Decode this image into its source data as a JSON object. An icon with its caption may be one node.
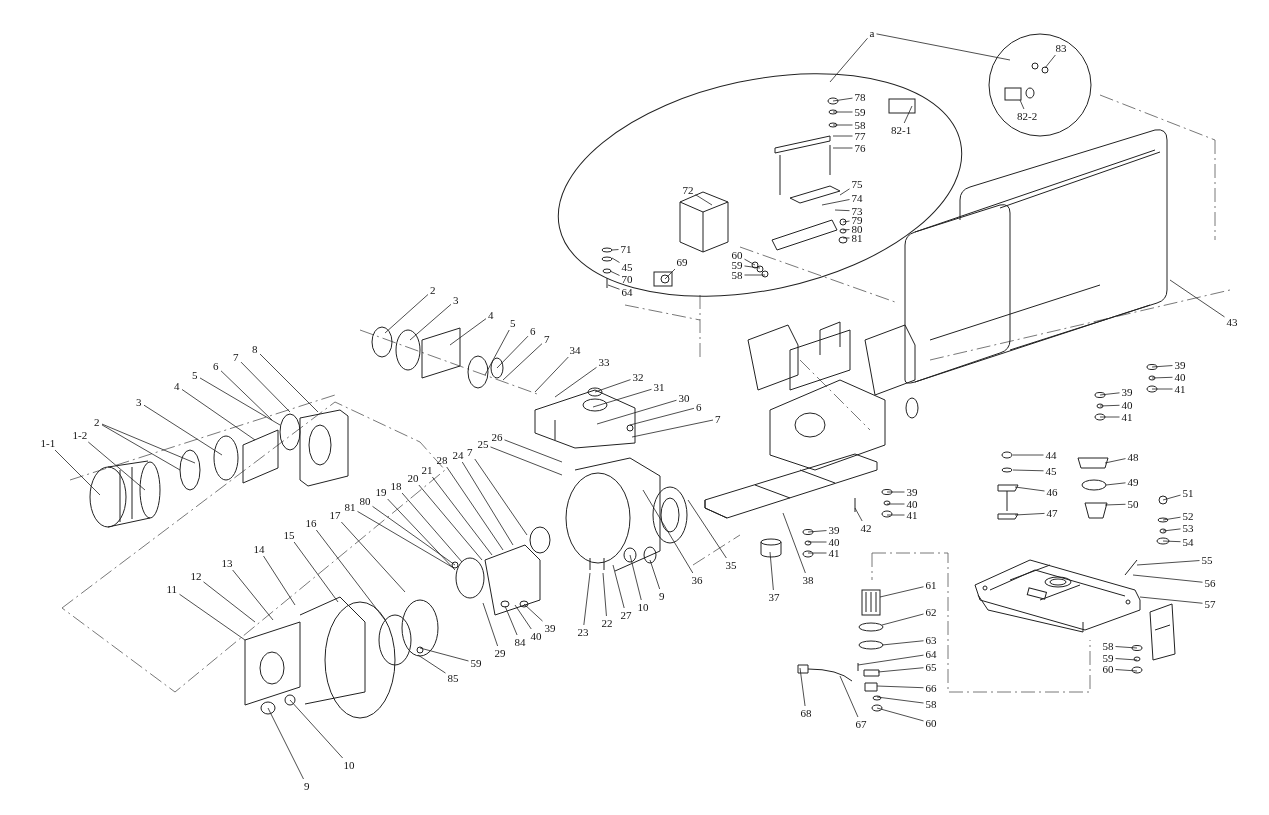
{
  "diagram": {
    "nodes": [
      {
        "text": [],
        "shape": "ellipse"
      },
      {
        "text": [],
        "shape": "circle"
      },
      {
        "text": [
          "1-1"
        ]
      },
      {
        "text": [
          "1-2"
        ]
      },
      {
        "text": [
          "2"
        ]
      },
      {
        "text": [
          "3"
        ]
      },
      {
        "text": [
          "4"
        ]
      },
      {
        "text": [
          "5"
        ]
      },
      {
        "text": [
          "6"
        ]
      },
      {
        "text": [
          "7"
        ]
      },
      {
        "text": [
          "8"
        ]
      },
      {
        "text": [
          "11"
        ]
      },
      {
        "text": [
          "12"
        ]
      },
      {
        "text": [
          "13"
        ]
      },
      {
        "text": [
          "14"
        ]
      },
      {
        "text": [
          "15"
        ]
      },
      {
        "text": [
          "16"
        ]
      },
      {
        "text": [
          "17"
        ]
      },
      {
        "text": [
          "81"
        ]
      },
      {
        "text": [
          "80"
        ]
      },
      {
        "text": [
          "19"
        ]
      },
      {
        "text": [
          "18"
        ]
      },
      {
        "text": [
          "20"
        ]
      },
      {
        "text": [
          "21"
        ]
      },
      {
        "text": [
          "28"
        ]
      },
      {
        "text": [
          "24"
        ]
      },
      {
        "text": [
          "7"
        ]
      },
      {
        "text": [
          "25"
        ]
      },
      {
        "text": [
          "26"
        ]
      },
      {
        "text": [
          "2"
        ]
      },
      {
        "text": [
          "3"
        ]
      },
      {
        "text": [
          "4"
        ]
      },
      {
        "text": [
          "5"
        ]
      },
      {
        "text": [
          "6"
        ]
      },
      {
        "text": [
          "7"
        ]
      },
      {
        "text": [
          "34"
        ]
      },
      {
        "text": [
          "33"
        ]
      },
      {
        "text": [
          "32"
        ]
      },
      {
        "text": [
          "31"
        ]
      },
      {
        "text": [
          "30"
        ]
      },
      {
        "text": [
          "6"
        ]
      },
      {
        "text": [
          "7"
        ]
      },
      {
        "text": [
          "36"
        ]
      },
      {
        "text": [
          "35"
        ]
      },
      {
        "text": [
          "9"
        ]
      },
      {
        "text": [
          "10"
        ]
      },
      {
        "text": [
          "27"
        ]
      },
      {
        "text": [
          "22"
        ]
      },
      {
        "text": [
          "23"
        ]
      },
      {
        "text": [
          "29"
        ]
      },
      {
        "text": [
          "84"
        ]
      },
      {
        "text": [
          "40"
        ]
      },
      {
        "text": [
          "39"
        ]
      },
      {
        "text": [
          "59"
        ]
      },
      {
        "text": [
          "85"
        ]
      },
      {
        "text": [
          "9"
        ]
      },
      {
        "text": [
          "10"
        ]
      },
      {
        "text": [
          "a"
        ]
      },
      {
        "text": [
          "78"
        ],
        "in": 0
      },
      {
        "text": [
          "59"
        ],
        "in": 0
      },
      {
        "text": [
          "58"
        ],
        "in": 0
      },
      {
        "text": [
          "77"
        ],
        "in": 0
      },
      {
        "text": [
          "76"
        ],
        "in": 0
      },
      {
        "text": [
          "82-1"
        ],
        "in": 0
      },
      {
        "text": [
          "83"
        ],
        "in": 1
      },
      {
        "text": [
          "82-2"
        ],
        "in": 1
      },
      {
        "text": [
          "75"
        ],
        "in": 0
      },
      {
        "text": [
          "74"
        ],
        "in": 0
      },
      {
        "text": [
          "73"
        ],
        "in": 0
      },
      {
        "text": [
          "79"
        ],
        "in": 0
      },
      {
        "text": [
          "80"
        ],
        "in": 0
      },
      {
        "text": [
          "81"
        ],
        "in": 0
      },
      {
        "text": [
          "72"
        ],
        "in": 0
      },
      {
        "text": [
          "71"
        ],
        "in": 0
      },
      {
        "text": [
          "45"
        ],
        "in": 0
      },
      {
        "text": [
          "70"
        ],
        "in": 0
      },
      {
        "text": [
          "64"
        ],
        "in": 0
      },
      {
        "text": [
          "69"
        ],
        "in": 0
      },
      {
        "text": [
          "60"
        ],
        "in": 0
      },
      {
        "text": [
          "59"
        ],
        "in": 0
      },
      {
        "text": [
          "58"
        ],
        "in": 0
      },
      {
        "text": [
          "43"
        ]
      },
      {
        "text": [
          "39"
        ]
      },
      {
        "text": [
          "40"
        ]
      },
      {
        "text": [
          "41"
        ]
      },
      {
        "text": [
          "39"
        ]
      },
      {
        "text": [
          "40"
        ]
      },
      {
        "text": [
          "41"
        ]
      },
      {
        "text": [
          "39"
        ]
      },
      {
        "text": [
          "40"
        ]
      },
      {
        "text": [
          "41"
        ]
      },
      {
        "text": [
          "42"
        ]
      },
      {
        "text": [
          "39"
        ]
      },
      {
        "text": [
          "40"
        ]
      },
      {
        "text": [
          "41"
        ]
      },
      {
        "text": [
          "37"
        ]
      },
      {
        "text": [
          "38"
        ]
      },
      {
        "text": [
          "44"
        ]
      },
      {
        "text": [
          "45"
        ]
      },
      {
        "text": [
          "46"
        ]
      },
      {
        "text": [
          "47"
        ]
      },
      {
        "text": [
          "48"
        ]
      },
      {
        "text": [
          "49"
        ]
      },
      {
        "text": [
          "50"
        ]
      },
      {
        "text": [
          "51"
        ]
      },
      {
        "text": [
          "52"
        ]
      },
      {
        "text": [
          "53"
        ]
      },
      {
        "text": [
          "54"
        ]
      },
      {
        "text": [
          "55"
        ]
      },
      {
        "text": [
          "56"
        ]
      },
      {
        "text": [
          "57"
        ]
      },
      {
        "text": [
          "58"
        ]
      },
      {
        "text": [
          "59"
        ]
      },
      {
        "text": [
          "60"
        ]
      },
      {
        "text": [
          "61"
        ]
      },
      {
        "text": [
          "62"
        ]
      },
      {
        "text": [
          "63"
        ]
      },
      {
        "text": [
          "64"
        ]
      },
      {
        "text": [
          "65"
        ]
      },
      {
        "text": [
          "66"
        ]
      },
      {
        "text": [
          "58"
        ]
      },
      {
        "text": [
          "60"
        ]
      },
      {
        "text": [
          "68"
        ]
      },
      {
        "text": [
          "67"
        ]
      },
      {
        "text": [],
        "shape": "picture"
      },
      {
        "text": [],
        "shape": "picture"
      },
      {
        "text": [],
        "shape": "picture"
      },
      {
        "text": [],
        "shape": "picture"
      },
      {
        "text": [],
        "shape": "picture"
      },
      {
        "text": [],
        "shape": "picture"
      },
      {
        "text": [],
        "shape": "picture"
      },
      {
        "text": [],
        "shape": "picture",
        "in": 0
      },
      {
        "text": [],
        "shape": "picture",
        "in": 0
      },
      {
        "text": [],
        "shape": "picture",
        "in": 0
      },
      {
        "text": [],
        "shape": "picture",
        "in": 0
      },
      {
        "text": [],
        "shape": "picture",
        "in": 0
      },
      {
        "text": [],
        "shape": "box",
        "in": 0
      },
      {
        "text": [],
        "shape": "picture",
        "in": 1
      },
      {
        "text": [],
        "shape": "picture"
      },
      {
        "text": [],
        "shape": "picture"
      },
      {
        "text": [],
        "shape": "picture"
      },
      {
        "text": [],
        "shape": "picture"
      },
      {
        "text": [],
        "shape": "picture"
      },
      {
        "text": [],
        "shape": "picture"
      },
      {
        "text": [],
        "shape": "cylinder"
      },
      {
        "text": [],
        "shape": "picture"
      },
      {
        "text": [],
        "shape": "picture"
      },
      {
        "text": [],
        "shape": "picture"
      },
      {
        "text": [],
        "shape": "picture"
      },
      {
        "text": [],
        "shape": "picture"
      },
      {
        "text": [],
        "shape": "picture"
      },
      {
        "text": [],
        "shape": "picture"
      }
    ],
    "edges": [
      {
        "from": 2,
        "to": 124,
        "arrow": "none"
      },
      {
        "from": 3,
        "to": 124,
        "arrow": "none"
      },
      {
        "from": 4,
        "to": 125,
        "arrow": "none"
      },
      {
        "from": 4,
        "to": 125,
        "arrow": "none"
      },
      {
        "from": 5,
        "to": 125,
        "arrow": "none"
      },
      {
        "from": 6,
        "to": 125,
        "arrow": "none"
      },
      {
        "from": 7,
        "to": 125,
        "arrow": "none"
      },
      {
        "from": 8,
        "to": 125,
        "arrow": "none"
      },
      {
        "from": 9,
        "to": 125,
        "arrow": "none"
      },
      {
        "from": 10,
        "to": 125,
        "arrow": "none"
      },
      {
        "from": 11,
        "to": 127,
        "arrow": "none"
      },
      {
        "from": 12,
        "to": 127,
        "arrow": "none"
      },
      {
        "from": 13,
        "to": 127,
        "arrow": "none"
      },
      {
        "from": 14,
        "to": 127,
        "arrow": "none"
      },
      {
        "from": 15,
        "to": 127,
        "arrow": "none"
      },
      {
        "from": 16,
        "to": 127,
        "arrow": "none"
      },
      {
        "from": 17,
        "to": 127,
        "arrow": "none"
      },
      {
        "from": 18,
        "to": 128,
        "arrow": "none"
      },
      {
        "from": 19,
        "to": 128,
        "arrow": "none"
      },
      {
        "from": 20,
        "to": 128,
        "arrow": "none"
      },
      {
        "from": 21,
        "to": 128,
        "arrow": "none"
      },
      {
        "from": 22,
        "to": 128,
        "arrow": "none"
      },
      {
        "from": 23,
        "to": 128,
        "arrow": "none"
      },
      {
        "from": 24,
        "to": 128,
        "arrow": "none"
      },
      {
        "from": 25,
        "to": 128,
        "arrow": "none"
      },
      {
        "from": 26,
        "to": 128,
        "arrow": "none"
      },
      {
        "from": 27,
        "to": 130,
        "arrow": "none"
      },
      {
        "from": 28,
        "to": 130,
        "arrow": "none"
      },
      {
        "from": 29,
        "to": 126,
        "arrow": "none"
      },
      {
        "from": 30,
        "to": 126,
        "arrow": "none"
      },
      {
        "from": 31,
        "to": 126,
        "arrow": "none"
      },
      {
        "from": 32,
        "to": 126,
        "arrow": "none"
      },
      {
        "from": 33,
        "to": 126,
        "arrow": "none"
      },
      {
        "from": 34,
        "to": 126,
        "arrow": "none"
      },
      {
        "from": 35,
        "to": 129,
        "arrow": "none"
      },
      {
        "from": 36,
        "to": 129,
        "arrow": "none"
      },
      {
        "from": 37,
        "to": 129,
        "arrow": "none"
      },
      {
        "from": 38,
        "to": 129,
        "arrow": "none"
      },
      {
        "from": 39,
        "to": 129,
        "arrow": "none"
      },
      {
        "from": 40,
        "to": 129,
        "arrow": "none"
      },
      {
        "from": 41,
        "to": 129,
        "arrow": "none"
      },
      {
        "from": 42,
        "to": 130,
        "arrow": "none"
      },
      {
        "from": 43,
        "to": 130,
        "arrow": "none"
      },
      {
        "from": 44,
        "to": 130,
        "arrow": "none"
      },
      {
        "from": 45,
        "to": 130,
        "arrow": "none"
      },
      {
        "from": 46,
        "to": 130,
        "arrow": "none"
      },
      {
        "from": 47,
        "to": 130,
        "arrow": "none"
      },
      {
        "from": 48,
        "to": 130,
        "arrow": "none"
      },
      {
        "from": 49,
        "to": 128,
        "arrow": "none"
      },
      {
        "from": 50,
        "to": 128,
        "arrow": "none"
      },
      {
        "from": 51,
        "to": 128,
        "arrow": "none"
      },
      {
        "from": 52,
        "to": 128,
        "arrow": "none"
      },
      {
        "from": 53,
        "to": 127,
        "arrow": "none"
      },
      {
        "from": 54,
        "to": 127,
        "arrow": "none"
      },
      {
        "from": 55,
        "to": 127,
        "arrow": "none"
      },
      {
        "from": 56,
        "to": 127,
        "arrow": "none"
      },
      {
        "from": 57,
        "to": 0,
        "arrow": "none"
      },
      {
        "from": 57,
        "to": 1,
        "arrow": "none"
      },
      {
        "from": 58,
        "to": 132,
        "arrow": "none"
      },
      {
        "from": 59,
        "to": 132,
        "arrow": "none"
      },
      {
        "from": 60,
        "to": 132,
        "arrow": "none"
      },
      {
        "from": 61,
        "to": 132,
        "arrow": "none"
      },
      {
        "from": 62,
        "to": 132,
        "arrow": "none"
      },
      {
        "from": 63,
        "to": 136,
        "arrow": "none"
      },
      {
        "from": 64,
        "to": 137,
        "arrow": "none"
      },
      {
        "from": 65,
        "to": 137,
        "arrow": "none"
      },
      {
        "from": 66,
        "to": 132,
        "arrow": "none"
      },
      {
        "from": 67,
        "to": 132,
        "arrow": "none"
      },
      {
        "from": 68,
        "to": 132,
        "arrow": "none"
      },
      {
        "from": 69,
        "to": 132,
        "arrow": "none"
      },
      {
        "from": 70,
        "to": 132,
        "arrow": "none"
      },
      {
        "from": 71,
        "to": 132,
        "arrow": "none"
      },
      {
        "from": 72,
        "to": 131,
        "arrow": "none"
      },
      {
        "from": 73,
        "to": 133,
        "arrow": "none"
      },
      {
        "from": 74,
        "to": 133,
        "arrow": "none"
      },
      {
        "from": 75,
        "to": 133,
        "arrow": "none"
      },
      {
        "from": 76,
        "to": 133,
        "arrow": "none"
      },
      {
        "from": 77,
        "to": 134,
        "arrow": "none"
      },
      {
        "from": 78,
        "to": 135,
        "arrow": "none"
      },
      {
        "from": 79,
        "to": 135,
        "arrow": "none"
      },
      {
        "from": 80,
        "to": 135,
        "arrow": "none"
      },
      {
        "from": 81,
        "to": 138,
        "arrow": "none"
      },
      {
        "from": 82,
        "to": 139,
        "arrow": "none"
      },
      {
        "from": 83,
        "to": 139,
        "arrow": "none"
      },
      {
        "from": 84,
        "to": 139,
        "arrow": "none"
      },
      {
        "from": 85,
        "to": 140,
        "arrow": "none"
      },
      {
        "from": 86,
        "to": 140,
        "arrow": "none"
      },
      {
        "from": 87,
        "to": 140,
        "arrow": "none"
      },
      {
        "from": 88,
        "to": 142,
        "arrow": "none"
      },
      {
        "from": 89,
        "to": 142,
        "arrow": "none"
      },
      {
        "from": 90,
        "to": 142,
        "arrow": "none"
      },
      {
        "from": 91,
        "to": 141,
        "arrow": "none"
      },
      {
        "from": 92,
        "to": 143,
        "arrow": "none"
      },
      {
        "from": 93,
        "to": 143,
        "arrow": "none"
      },
      {
        "from": 94,
        "to": 143,
        "arrow": "none"
      },
      {
        "from": 95,
        "to": 144,
        "arrow": "none"
      },
      {
        "from": 96,
        "to": 141,
        "arrow": "none"
      },
      {
        "from": 97,
        "to": 146,
        "arrow": "none"
      },
      {
        "from": 98,
        "to": 146,
        "arrow": "none"
      },
      {
        "from": 99,
        "to": 146,
        "arrow": "none"
      },
      {
        "from": 100,
        "to": 146,
        "arrow": "none"
      },
      {
        "from": 101,
        "to": 147,
        "arrow": "none"
      },
      {
        "from": 102,
        "to": 147,
        "arrow": "none"
      },
      {
        "from": 103,
        "to": 147,
        "arrow": "none"
      },
      {
        "from": 104,
        "to": 148,
        "arrow": "none"
      },
      {
        "from": 105,
        "to": 148,
        "arrow": "none"
      },
      {
        "from": 106,
        "to": 148,
        "arrow": "none"
      },
      {
        "from": 107,
        "to": 148,
        "arrow": "none"
      },
      {
        "from": 108,
        "to": 145,
        "arrow": "none"
      },
      {
        "from": 109,
        "to": 145,
        "arrow": "none"
      },
      {
        "from": 110,
        "to": 145,
        "arrow": "none"
      },
      {
        "from": 111,
        "to": 149,
        "arrow": "none"
      },
      {
        "from": 112,
        "to": 149,
        "arrow": "none"
      },
      {
        "from": 113,
        "to": 149,
        "arrow": "none"
      },
      {
        "from": 114,
        "to": 150,
        "arrow": "none"
      },
      {
        "from": 115,
        "to": 150,
        "arrow": "none"
      },
      {
        "from": 116,
        "to": 150,
        "arrow": "none"
      },
      {
        "from": 117,
        "to": 150,
        "arrow": "none"
      },
      {
        "from": 118,
        "to": 150,
        "arrow": "none"
      },
      {
        "from": 119,
        "to": 150,
        "arrow": "none"
      },
      {
        "from": 120,
        "to": 150,
        "arrow": "none"
      },
      {
        "from": 121,
        "to": 150,
        "arrow": "none"
      },
      {
        "from": 122,
        "to": 151,
        "arrow": "none"
      },
      {
        "from": 123,
        "to": 151,
        "arrow": "none"
      }
    ]
  }
}
